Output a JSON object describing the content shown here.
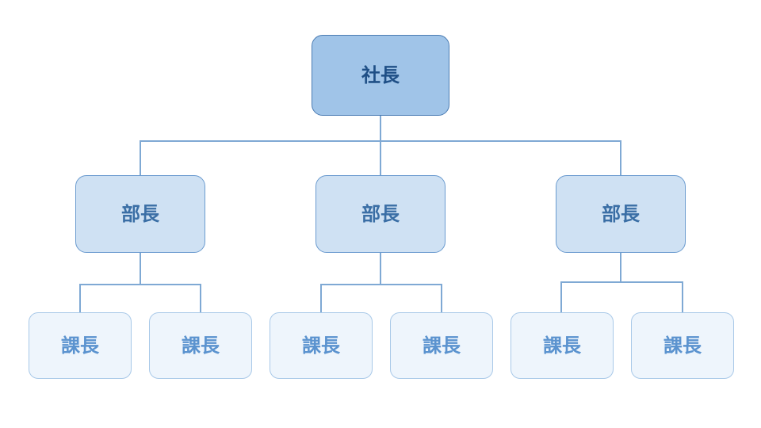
{
  "org_chart": {
    "president": {
      "label": "社長"
    },
    "directors": [
      {
        "label": "部長",
        "managers": [
          {
            "label": "課長"
          },
          {
            "label": "課長"
          }
        ]
      },
      {
        "label": "部長",
        "managers": [
          {
            "label": "課長"
          },
          {
            "label": "課長"
          }
        ]
      },
      {
        "label": "部長",
        "managers": [
          {
            "label": "課長"
          },
          {
            "label": "課長"
          }
        ]
      }
    ]
  },
  "colors": {
    "connector": "#7fa9d4",
    "president_fill": "#a0c4e8",
    "president_border": "#4b7cb3",
    "president_text": "#1f4f86",
    "director_fill": "#cfe1f3",
    "director_border": "#6b9bcf",
    "director_text": "#3a6ea5",
    "manager_fill": "#eef5fc",
    "manager_border": "#a9c9e8",
    "manager_text": "#5b93cf"
  }
}
